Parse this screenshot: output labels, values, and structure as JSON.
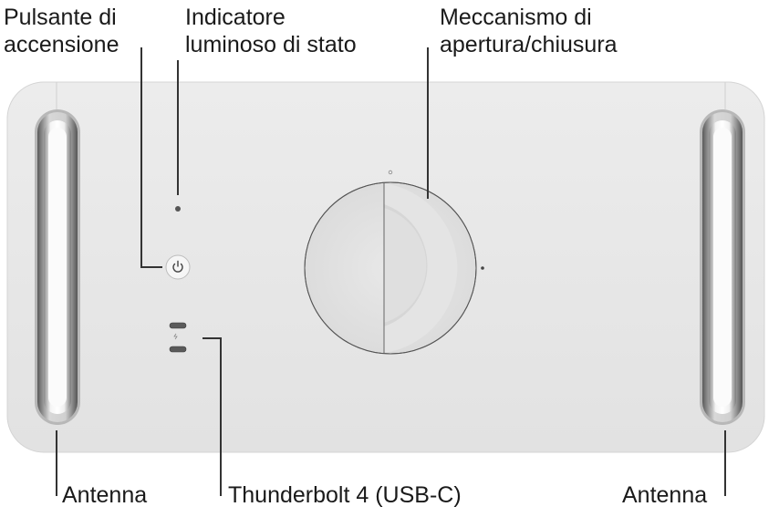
{
  "labels": {
    "power_button": {
      "line1": "Pulsante di",
      "line2": "accensione"
    },
    "status_indicator": {
      "line1": "Indicatore",
      "line2": "luminoso di stato"
    },
    "latch": {
      "line1": "Meccanismo di",
      "line2": "apertura/chiusura"
    },
    "antenna_left": "Antenna",
    "thunderbolt": "Thunderbolt 4 (USB-C)",
    "antenna_right": "Antenna"
  },
  "colors": {
    "case": "#e9e9e9",
    "case_edge": "#d2d2d2",
    "leader": "#333333",
    "text": "#1a1a1a"
  },
  "icons": {
    "power": "power-icon",
    "thunderbolt": "thunderbolt-icon"
  }
}
